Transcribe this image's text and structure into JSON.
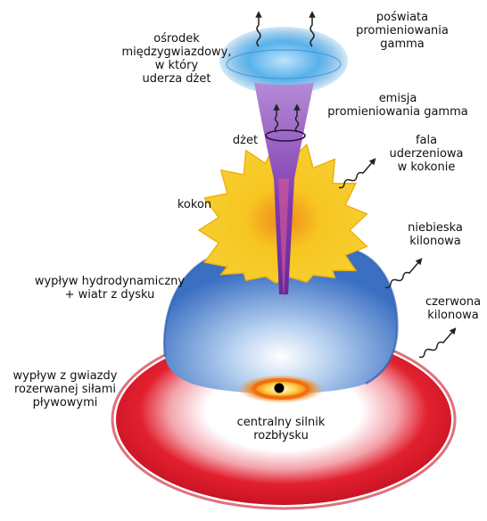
{
  "labels": {
    "interstellar_medium": "ośrodek\nmiędzygwiazdowy,\nw który\nuderza dżet",
    "gamma_afterglow": "poświata\npromieniowania\ngamma",
    "gamma_emission": "emisja\npromieniowania gamma",
    "jet": "dżet",
    "cocoon_shock": "fala\nuderzeniowa\nw kokonie",
    "cocoon": "kokon",
    "blue_kilonova": "niebieska\nkilonowa",
    "hydro_outflow": "wypływ hydrodynamiczny\n+ wiatr z dysku",
    "red_kilonova": "czerwona\nkilonowa",
    "tidal_outflow": "wypływ z gwiazdy\nrozerwanej siłami\npływowymi",
    "central_engine": "centralny silnik\nrozbłysku"
  },
  "colors": {
    "jet": "#8a3fb0",
    "glow": "#4aa8e0",
    "cocoon": "#f5c21a",
    "blue_outflow": "#3a78c8",
    "red_torus": "#e0202f",
    "engine_ring": "#f08a10",
    "black_hole": "#000000"
  },
  "icons": {
    "photon": "wavy-arrow-icon",
    "black_hole": "black-hole-icon"
  }
}
